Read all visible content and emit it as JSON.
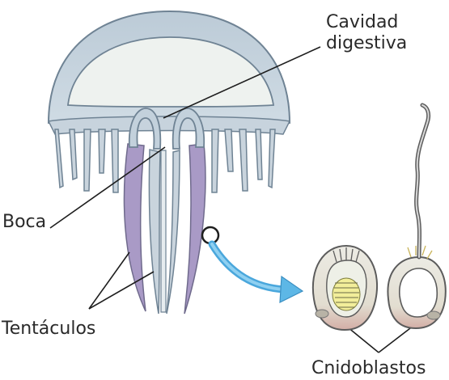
{
  "labels": {
    "cavidad_line1": "Cavidad",
    "cavidad_line2": "digestiva",
    "boca": "Boca",
    "tentaculos": "Tentáculos",
    "cnidoblastos": "Cnidoblastos"
  },
  "colors": {
    "bell": "#c3d1dc",
    "bell_outline": "#6f8394",
    "cavity": "#eef2ef",
    "tentacle_purple": "#a99ac6",
    "arrow": "#5db7e6",
    "cell_body": "#e7e3d7",
    "cell_bottom": "#d8b6ad"
  }
}
